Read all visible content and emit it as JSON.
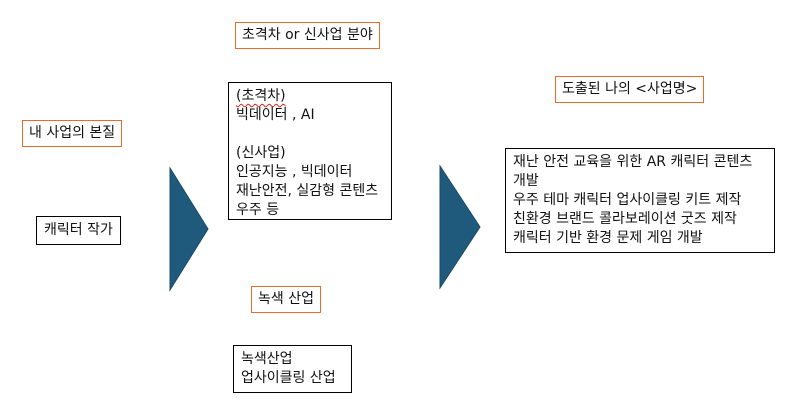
{
  "labels": {
    "business_essence": "내 사업의 본질",
    "hyper_gap_field": "초격차 or 신사업 분야",
    "derived_name": "도출된 나의 <사업명>",
    "green_industry": "녹색 산업"
  },
  "essence_box": {
    "text": "캐릭터 작가"
  },
  "hyper_box": {
    "hyper_heading": "(초격차)",
    "hyper_line": "빅데이터 , AI",
    "new_heading": "(신사업)",
    "new_lines": [
      "인공지능 , 빅데이터",
      "재난안전, 실감형 콘텐츠",
      "우주 등"
    ]
  },
  "green_box": {
    "lines": [
      "녹색산업",
      "업사이클링 산업"
    ]
  },
  "result_box": {
    "lines": [
      "재난 안전 교육을 위한 AR 캐릭터 콘텐츠",
      "개발",
      "우주 테마 캐릭터 업사이클링 키트 제작",
      "친환경 브랜드 콜라보레이션 굿즈 제작",
      "캐릭터 기반 환경 문제 게임 개발"
    ]
  },
  "colors": {
    "orange_border": "#e36c2f",
    "arrow_fill": "#1f5a7d",
    "text": "#111111"
  }
}
